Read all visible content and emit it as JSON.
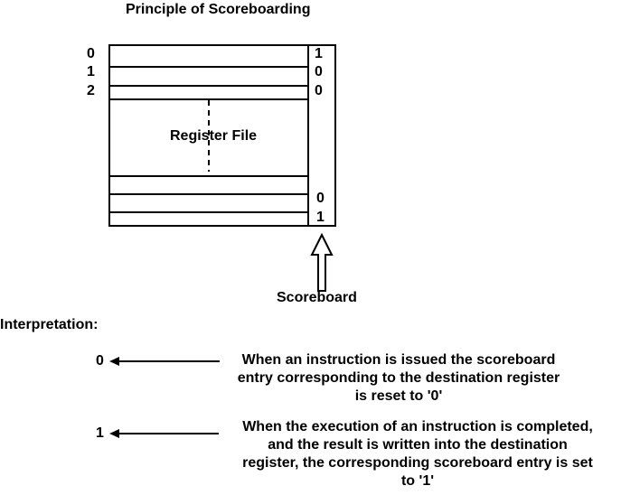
{
  "title": "Principle of Scoreboarding",
  "register_file": {
    "label": "Register File",
    "row_indices": [
      "0",
      "1",
      "2"
    ]
  },
  "scoreboard": {
    "label": "Scoreboard",
    "top_bits": [
      "1",
      "0",
      "0"
    ],
    "bottom_bits": [
      "0",
      "1"
    ]
  },
  "interpretation": {
    "heading": "Interpretation:",
    "items": [
      {
        "value": "0",
        "text": "When an instruction is issued the scoreboard\nentry corresponding to the destination register\nis reset to '0'"
      },
      {
        "value": "1",
        "text": "When the execution of an instruction is completed,\nand the result is written into the destination\nregister, the corresponding scoreboard entry is set\nto '1'"
      }
    ]
  }
}
